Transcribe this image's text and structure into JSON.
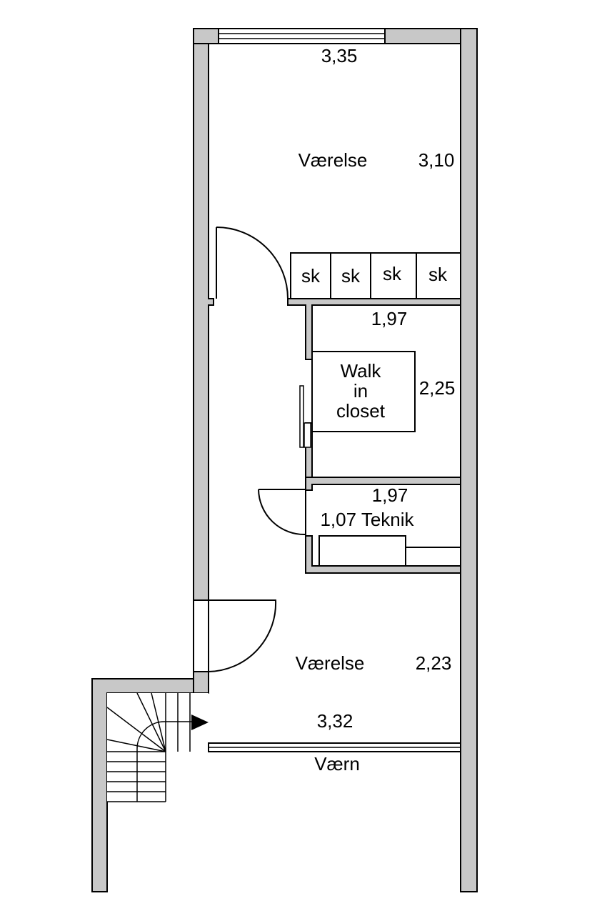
{
  "colors": {
    "wall_fill": "#c8c8c8",
    "line": "#000000",
    "background": "#ffffff"
  },
  "upper_room": {
    "width_dim": "3,35",
    "name": "Værelse",
    "depth_dim": "3,10"
  },
  "wardrobes": [
    "sk",
    "sk",
    "sk",
    "sk"
  ],
  "walk_in_closet": {
    "width_dim": "1,97",
    "name_line1": "Walk",
    "name_line2": "in",
    "name_line3": "closet",
    "depth_dim": "2,25"
  },
  "technical_room": {
    "width_dim": "1,97",
    "label": "1,07 Teknik"
  },
  "lower_room": {
    "name": "Værelse",
    "depth_dim": "2,23",
    "width_dim": "3,32"
  },
  "railing": {
    "label": "Værn"
  },
  "icons": {
    "stair_direction": "triangle-arrow-icon"
  }
}
